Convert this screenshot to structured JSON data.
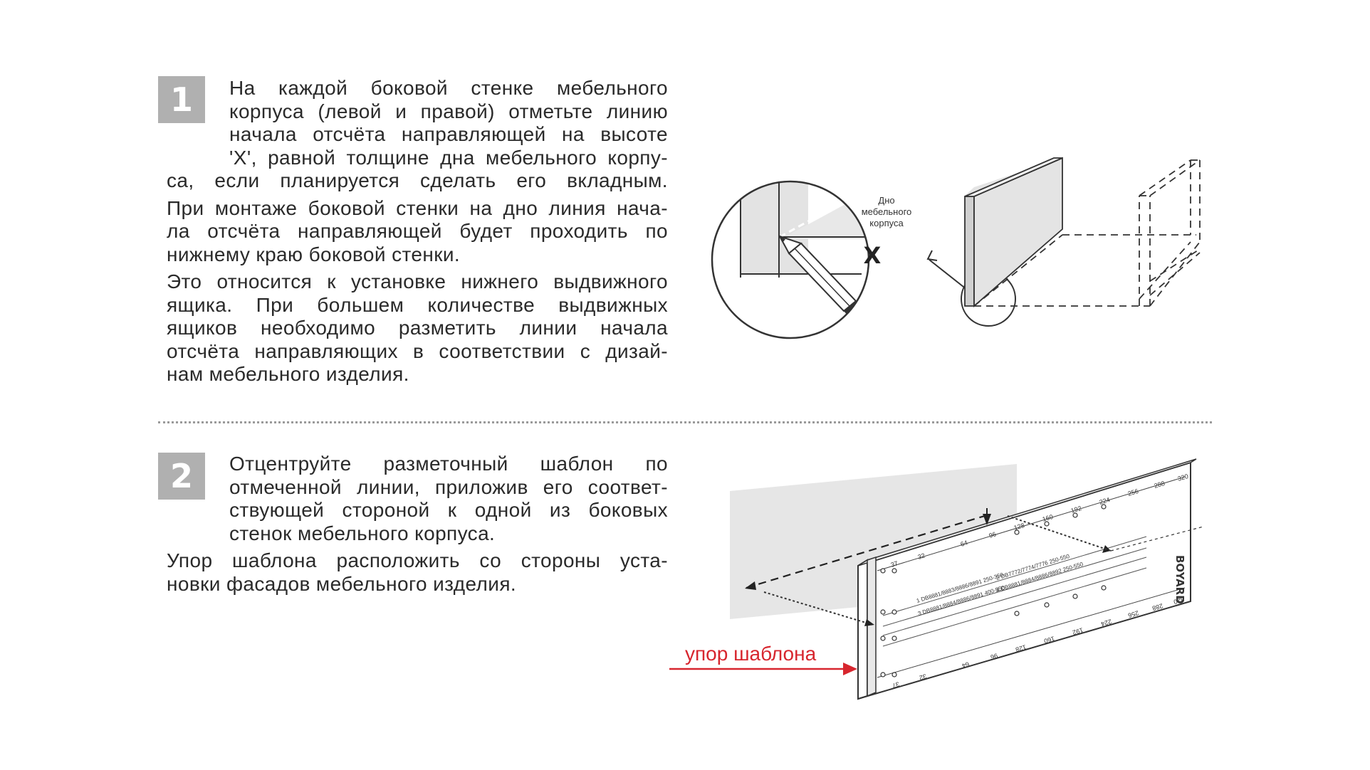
{
  "step1": {
    "number": "1",
    "lines_a": [
      "На каждой боковой стенке мебельного",
      "корпуса (левой и правой) отметьте линию",
      "начала отсчёта направляющей на высоте",
      "'X', равной толщине дна мебельного корпу-"
    ],
    "lines_b": [
      "са, если планируется сделать его вкладным.",
      "При монтаже боковой стенки на дно линия нача-",
      "ла отсчёта направляющей будет проходить по",
      "нижнему краю боковой стенки.",
      "Это относится к установке нижнего выдвижного",
      "ящика. При большем количестве выдвижных",
      "ящиков необходимо разметить линии начала",
      "отсчёта направляющих в соответствии с дизай-",
      "нам мебельного изделия."
    ],
    "figure": {
      "label_lines": [
        "Дно",
        "мебельного",
        "корпуса"
      ],
      "x_mark": "X"
    }
  },
  "step2": {
    "number": "2",
    "lines_a": [
      "Отцентруйте разметочный шаблон по",
      "отмеченной линии, приложив его соответ-",
      "ствующей стороной к одной из боковых",
      "стенок мебельного корпуса."
    ],
    "lines_b": [
      "Упор шаблона расположить со стороны уста-",
      "новки фасадов мебельного изделия."
    ],
    "figure": {
      "stop_label": "упор шаблона",
      "accent_color": "#d7262e",
      "brand": "BOYARD",
      "scale_top": [
        "37",
        "32",
        "64",
        "96",
        "128",
        "160",
        "192",
        "224",
        "256",
        "288",
        "320"
      ],
      "scale_bottom": [
        "37",
        "32",
        "64",
        "96",
        "128",
        "160",
        "192",
        "224",
        "256",
        "288",
        "320"
      ],
      "template_rows": [
        "1 DB8881/8883/8886/8891 250-350",
        "2 DB7772/7774/7776 250-550",
        "3 DB8881/8884/8886/8891 400-550",
        "4 DB8881/8884/8886/8892 250-550"
      ]
    }
  }
}
